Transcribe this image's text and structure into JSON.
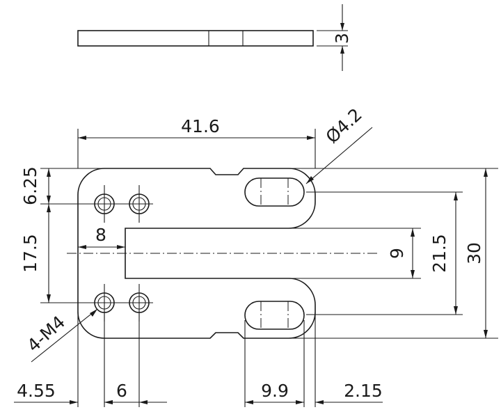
{
  "drawing": {
    "dimensions": {
      "overall_width": "41.6",
      "thickness": "3",
      "slot_width_hole": "Ø4.2",
      "top_edge_to_first_hole_row": "6.25",
      "hole_row_spacing": "17.5",
      "slot_depth_from_left": "8",
      "slot_opening": "9",
      "slot_center_spacing": "21.5",
      "overall_height": "30",
      "hole_callout": "4-M4",
      "left_edge_to_first_hole": "4.55",
      "hole_column_spacing": "6",
      "slot_length": "9.9",
      "slot_to_right_edge": "2.15"
    }
  }
}
